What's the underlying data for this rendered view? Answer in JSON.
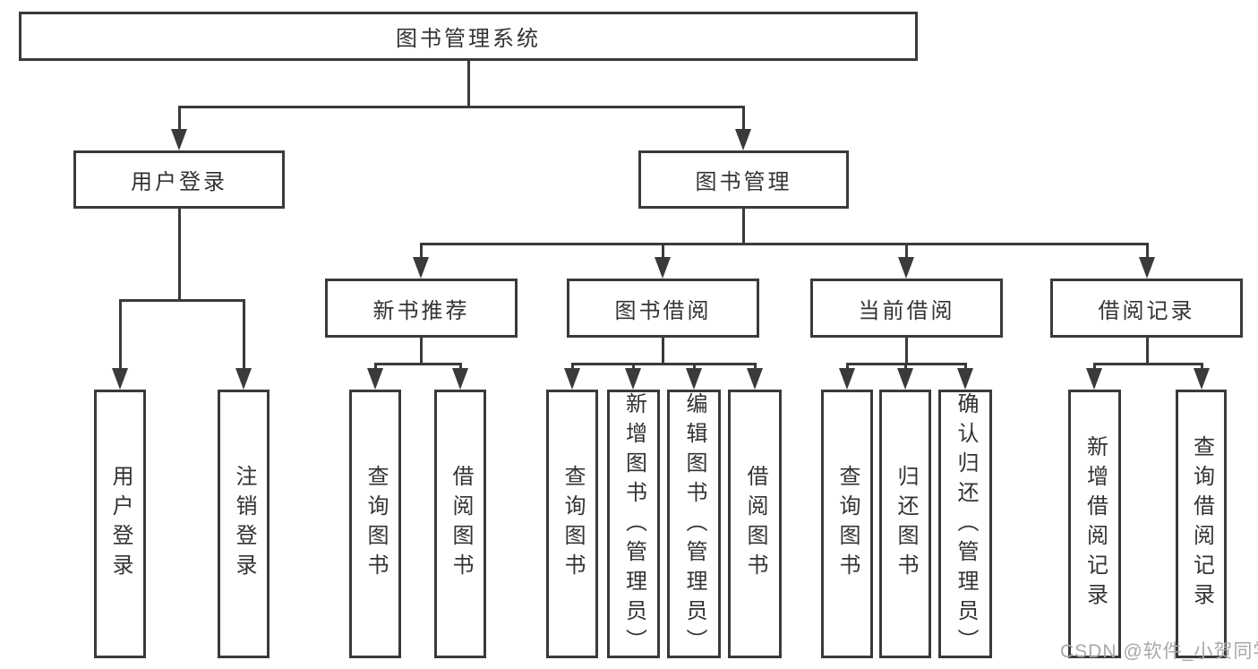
{
  "diagram": {
    "watermark": "CSDN @软件_小贺同学",
    "colors": {
      "line": "#3a3a3a",
      "text": "#333333",
      "watermark": "#a8a8ac",
      "background": "#ffffff"
    },
    "tree": {
      "label": "图书管理系统",
      "children": [
        {
          "label": "用户登录",
          "children": [
            {
              "label": "用户登录"
            },
            {
              "label": "注销登录"
            }
          ]
        },
        {
          "label": "图书管理",
          "children": [
            {
              "label": "新书推荐",
              "children": [
                {
                  "label": "查询图书"
                },
                {
                  "label": "借阅图书"
                }
              ]
            },
            {
              "label": "图书借阅",
              "children": [
                {
                  "label": "查询图书"
                },
                {
                  "label": "新增图书（管理员）"
                },
                {
                  "label": "编辑图书（管理员）"
                },
                {
                  "label": "借阅图书"
                }
              ]
            },
            {
              "label": "当前借阅",
              "children": [
                {
                  "label": "查询图书"
                },
                {
                  "label": "归还图书"
                },
                {
                  "label": "确认归还（管理员）"
                }
              ]
            },
            {
              "label": "借阅记录",
              "children": [
                {
                  "label": "新增借阅记录"
                },
                {
                  "label": "查询借阅记录"
                }
              ]
            }
          ]
        }
      ]
    }
  }
}
